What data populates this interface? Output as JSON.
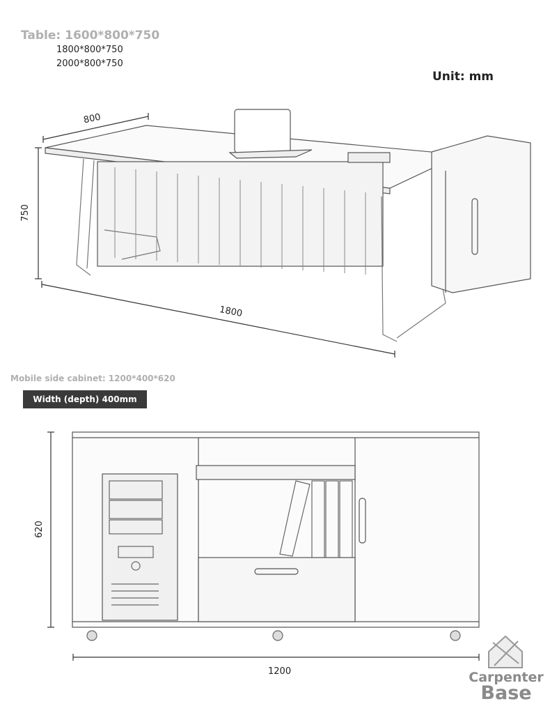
{
  "table": {
    "title": "Table: 1600*800*750",
    "sizes": [
      "1800*800*750",
      "2000*800*750"
    ],
    "dims": {
      "depth": "800",
      "height": "750",
      "length": "1800"
    }
  },
  "unit": "Unit: mm",
  "cabinet": {
    "title": "Mobile side cabinet: 1200*400*620",
    "depth_badge": "Width (depth) 400mm",
    "dims": {
      "height": "620",
      "width": "1200"
    }
  },
  "logo": {
    "line1": "Carpenter",
    "line2": "Base"
  }
}
